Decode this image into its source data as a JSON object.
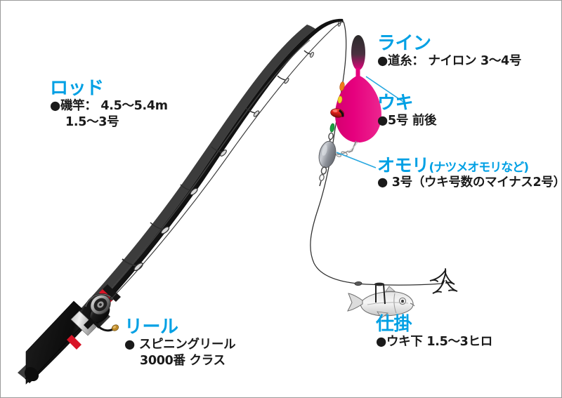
{
  "diagram": {
    "title_semantic": "fishing-tackle-setup-diagram",
    "accent_color": "#00a0e4",
    "text_color": "#1a1a1a",
    "float_color": "#e6007e",
    "background": "#ffffff"
  },
  "callouts": {
    "rod": {
      "heading": "ロッド",
      "lines": [
        "●磯竿： 4.5〜5.4m",
        "1.5〜3号"
      ]
    },
    "reel": {
      "heading": "リール",
      "lines": [
        "● スピニングリール",
        "3000番  クラス"
      ]
    },
    "line": {
      "heading": "ライン",
      "lines": [
        "●道糸： ナイロン  3〜4号"
      ]
    },
    "float": {
      "heading": "ウキ",
      "lines": [
        "●5号  前後"
      ]
    },
    "sinker": {
      "heading": "オモリ",
      "heading_sub": "(ナツメオモリなど)",
      "lines": [
        "● 3号（ウキ号数のマイナス2号）"
      ]
    },
    "rig": {
      "heading": "仕掛",
      "lines": [
        "●ウキ下  1.5〜3ヒロ"
      ]
    }
  },
  "parts": {
    "rod": "fishing-rod",
    "reel": "spinning-reel",
    "float": "pink-float",
    "stoppers": [
      "orange-stopper",
      "yellow-bead",
      "red-bead",
      "green-stopper"
    ],
    "sinker": "oval-sinker",
    "swivel": "swivel",
    "bait": "live-bait-fish",
    "hook": "treble-hook"
  }
}
